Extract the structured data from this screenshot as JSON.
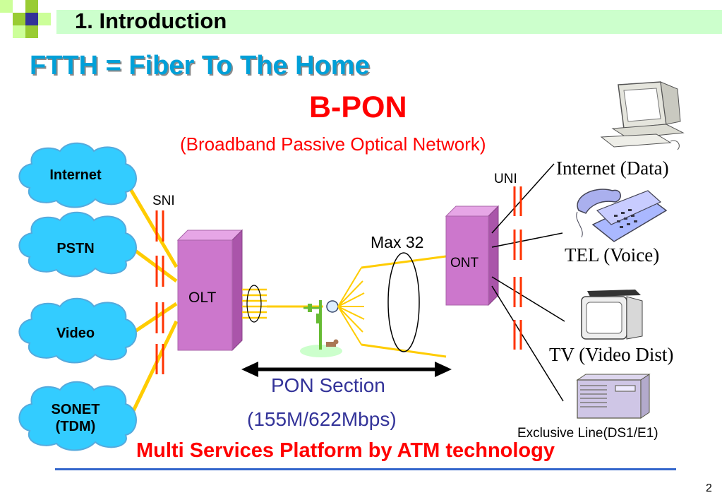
{
  "header": {
    "section_title": "1. Introduction"
  },
  "main_title": "FTTH = Fiber To The Home",
  "bpon": {
    "title": "B-PON",
    "subtitle": "(Broadband Passive Optical Network)"
  },
  "networks": [
    "Internet",
    "PSTN",
    "Video",
    "SONET\n(TDM)"
  ],
  "labels": {
    "sni": "SNI",
    "uni": "UNI",
    "olt": "OLT",
    "ont": "ONT",
    "max": "Max 32"
  },
  "pon_section": {
    "line1": "PON Section",
    "line2": "(155M/622Mbps)"
  },
  "services": {
    "internet": "Internet (Data)",
    "tel": "TEL (Voice)",
    "tv": "TV (Video Dist)",
    "exclusive": "Exclusive Line(DS1/E1)"
  },
  "footer_text": "Multi Services Platform by ATM technology",
  "page_number": "2",
  "colors": {
    "header_band": "#ccffcc",
    "title": "#00a0d8",
    "accent_red": "#ff0000",
    "cloud": "#33ccff",
    "fiber": "#ffcc00",
    "box": "#cc77cc",
    "pon_text": "#333399"
  }
}
